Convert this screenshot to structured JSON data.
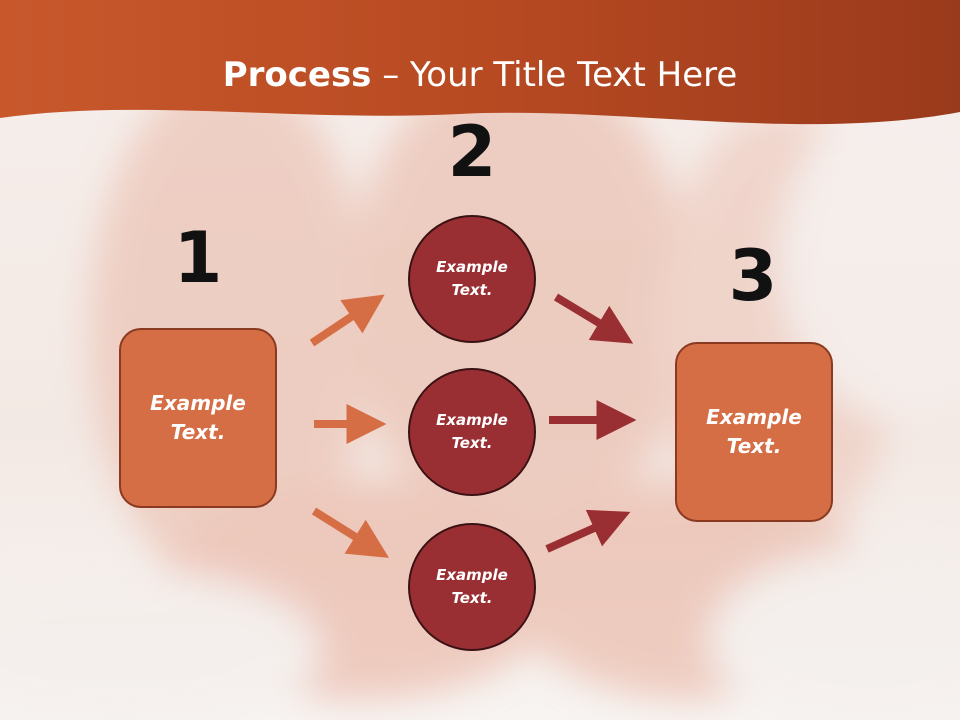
{
  "slide": {
    "title_bold": "Process",
    "title_rest": " – Your Title Text Here"
  },
  "steps": [
    {
      "number": "1",
      "text": "Example Text."
    },
    {
      "number": "2",
      "circles": [
        "Example Text.",
        "Example Text.",
        "Example Text."
      ]
    },
    {
      "number": "3",
      "text": "Example Text."
    }
  ],
  "colors": {
    "banner": "#c4552a",
    "box_fill": "#d66e45",
    "circle_fill": "#9a2f33",
    "arrow_left": "#d66e45",
    "arrow_right": "#9a2f33"
  }
}
